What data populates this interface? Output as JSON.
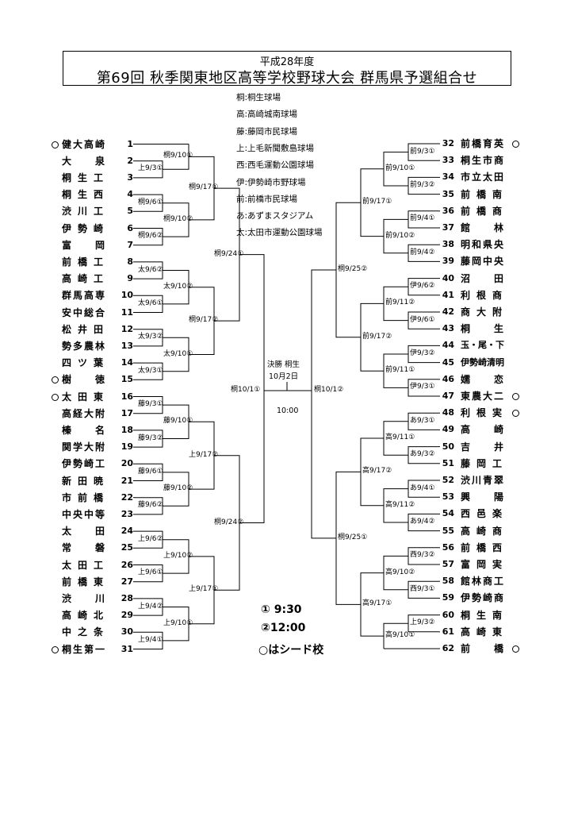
{
  "title": {
    "sub": "平成28年度",
    "main": "第69回 秋季関東地区高等学校野球大会 群馬県予選組合せ"
  },
  "venues": [
    "桐:桐生球場",
    "高:高崎城南球場",
    "藤:藤岡市民球場",
    "上:上毛新聞敷島球場",
    "西:西毛運動公園球場",
    "伊:伊勢崎市野球場",
    "前:前橋市民球場",
    "あ:あずまスタジアム",
    "太:太田市運動公園球場"
  ],
  "left_teams": [
    {
      "num": "1",
      "name": "健大高崎",
      "seed": true
    },
    {
      "num": "2",
      "name": "大　　泉",
      "seed": false
    },
    {
      "num": "3",
      "name": "桐生工",
      "seed": false
    },
    {
      "num": "4",
      "name": "桐生西",
      "seed": false
    },
    {
      "num": "5",
      "name": "渋川工",
      "seed": false
    },
    {
      "num": "6",
      "name": "伊勢崎",
      "seed": false
    },
    {
      "num": "7",
      "name": "富　　岡",
      "seed": false
    },
    {
      "num": "8",
      "name": "前橋工",
      "seed": false
    },
    {
      "num": "9",
      "name": "高崎工",
      "seed": false
    },
    {
      "num": "10",
      "name": "群馬高専",
      "seed": false
    },
    {
      "num": "11",
      "name": "安中総合",
      "seed": false
    },
    {
      "num": "12",
      "name": "松井田",
      "seed": false
    },
    {
      "num": "13",
      "name": "勢多農林",
      "seed": false
    },
    {
      "num": "14",
      "name": "四ツ葉",
      "seed": false
    },
    {
      "num": "15",
      "name": "樹　　徳",
      "seed": true
    },
    {
      "num": "16",
      "name": "太田東",
      "seed": true
    },
    {
      "num": "17",
      "name": "高経大附",
      "seed": false
    },
    {
      "num": "18",
      "name": "榛　　名",
      "seed": false
    },
    {
      "num": "19",
      "name": "関学大附",
      "seed": false
    },
    {
      "num": "20",
      "name": "伊勢崎工",
      "seed": false
    },
    {
      "num": "21",
      "name": "新田暁",
      "seed": false
    },
    {
      "num": "22",
      "name": "市前橋",
      "seed": false
    },
    {
      "num": "23",
      "name": "中央中等",
      "seed": false
    },
    {
      "num": "24",
      "name": "太　　田",
      "seed": false
    },
    {
      "num": "25",
      "name": "常　　磐",
      "seed": false
    },
    {
      "num": "26",
      "name": "太田工",
      "seed": false
    },
    {
      "num": "27",
      "name": "前橋東",
      "seed": false
    },
    {
      "num": "28",
      "name": "渋　　川",
      "seed": false
    },
    {
      "num": "29",
      "name": "高崎北",
      "seed": false
    },
    {
      "num": "30",
      "name": "中之条",
      "seed": false
    },
    {
      "num": "31",
      "name": "桐生第一",
      "seed": true
    }
  ],
  "right_teams": [
    {
      "num": "32",
      "name": "前橋育英",
      "seed": true
    },
    {
      "num": "33",
      "name": "桐生市商",
      "seed": false
    },
    {
      "num": "34",
      "name": "市立太田",
      "seed": false
    },
    {
      "num": "35",
      "name": "前橋南",
      "seed": false
    },
    {
      "num": "36",
      "name": "前橋商",
      "seed": false
    },
    {
      "num": "37",
      "name": "館　　林",
      "seed": false
    },
    {
      "num": "38",
      "name": "明和県央",
      "seed": false
    },
    {
      "num": "39",
      "name": "藤岡中央",
      "seed": false
    },
    {
      "num": "40",
      "name": "沼　　田",
      "seed": false
    },
    {
      "num": "41",
      "name": "利根商",
      "seed": false
    },
    {
      "num": "42",
      "name": "商大附",
      "seed": false
    },
    {
      "num": "43",
      "name": "桐　　生",
      "seed": false
    },
    {
      "num": "44",
      "name": "玉・尾・下",
      "seed": false
    },
    {
      "num": "45",
      "name": "伊勢崎清明",
      "seed": false
    },
    {
      "num": "46",
      "name": "嬬　　恋",
      "seed": false
    },
    {
      "num": "47",
      "name": "東農大二",
      "seed": true
    },
    {
      "num": "48",
      "name": "利根実",
      "seed": true
    },
    {
      "num": "49",
      "name": "高　　崎",
      "seed": false
    },
    {
      "num": "50",
      "name": "吉　　井",
      "seed": false
    },
    {
      "num": "51",
      "name": "藤岡工",
      "seed": false
    },
    {
      "num": "52",
      "name": "渋川青翠",
      "seed": false
    },
    {
      "num": "53",
      "name": "興　　陽",
      "seed": false
    },
    {
      "num": "54",
      "name": "西邑楽",
      "seed": false
    },
    {
      "num": "55",
      "name": "高崎商",
      "seed": false
    },
    {
      "num": "56",
      "name": "前橋西",
      "seed": false
    },
    {
      "num": "57",
      "name": "富岡実",
      "seed": false
    },
    {
      "num": "58",
      "name": "館林商工",
      "seed": false
    },
    {
      "num": "59",
      "name": "伊勢崎商",
      "seed": false
    },
    {
      "num": "60",
      "name": "桐生南",
      "seed": false
    },
    {
      "num": "61",
      "name": "高崎東",
      "seed": false
    },
    {
      "num": "62",
      "name": "前　　橋",
      "seed": true
    }
  ],
  "left_r1": [
    {
      "a": 1,
      "b": 2,
      "label": "桐9/10①"
    },
    {
      "a": 2,
      "b": 3,
      "label": "上9/3①"
    },
    {
      "a": 4,
      "b": 5,
      "label": "桐9/6①"
    },
    {
      "a": 6,
      "b": 7,
      "label": "桐9/6②"
    },
    {
      "a": 8,
      "b": 9,
      "label": "太9/6②"
    },
    {
      "a": 10,
      "b": 11,
      "label": "太9/6①"
    },
    {
      "a": 12,
      "b": 13,
      "label": "太9/3②"
    },
    {
      "a": 14,
      "b": 15,
      "label": "太9/3①"
    },
    {
      "a": 16,
      "b": 17,
      "label": "藤9/3①"
    },
    {
      "a": 18,
      "b": 19,
      "label": "藤9/3②"
    },
    {
      "a": 20,
      "b": 21,
      "label": "藤9/6①"
    },
    {
      "a": 22,
      "b": 23,
      "label": "藤9/6②"
    },
    {
      "a": 24,
      "b": 25,
      "label": "上9/6②"
    },
    {
      "a": 26,
      "b": 27,
      "label": "上9/6①"
    },
    {
      "a": 28,
      "b": 29,
      "label": "上9/4②"
    },
    {
      "a": 30,
      "b": 31,
      "label": "上9/4①"
    }
  ],
  "left_r2_labels": [
    "桐9/10②",
    "太9/10②",
    "太9/10①",
    "藤9/10①",
    "藤9/10②",
    "上9/10②",
    "上9/10①"
  ],
  "left_r3_labels": [
    "桐9/17①",
    "桐9/17②",
    "上9/17②",
    "上9/17①"
  ],
  "left_r4_labels": [
    "桐9/24①",
    "桐9/24②"
  ],
  "left_r5_label": "桐10/1①",
  "right_r1_labels": [
    "前9/3①",
    "前9/3②",
    "前9/4①",
    "前9/4②",
    "伊9/6②",
    "伊9/6①",
    "伊9/3②",
    "伊9/3①",
    "あ9/3①",
    "あ9/3②",
    "あ9/4①",
    "あ9/4②",
    "西9/3②",
    "西9/3①",
    "上9/3②"
  ],
  "right_r2_labels": [
    "前9/10①",
    "前9/10②",
    "前9/11②",
    "前9/11①",
    "高9/11①",
    "高9/11②",
    "高9/10②",
    "高9/10①"
  ],
  "right_r3_labels": [
    "前9/17①",
    "前9/17②",
    "高9/17②",
    "高9/17①"
  ],
  "right_r4_labels": [
    "桐9/25②",
    "桐9/25①"
  ],
  "right_r5_label": "桐10/1②",
  "final": {
    "line1": "決勝 桐生",
    "line2": "10月2日",
    "time": "10:00"
  },
  "legend": {
    "t1": "① 9:30",
    "t2": "②12:00",
    "seed": "○はシード校"
  }
}
